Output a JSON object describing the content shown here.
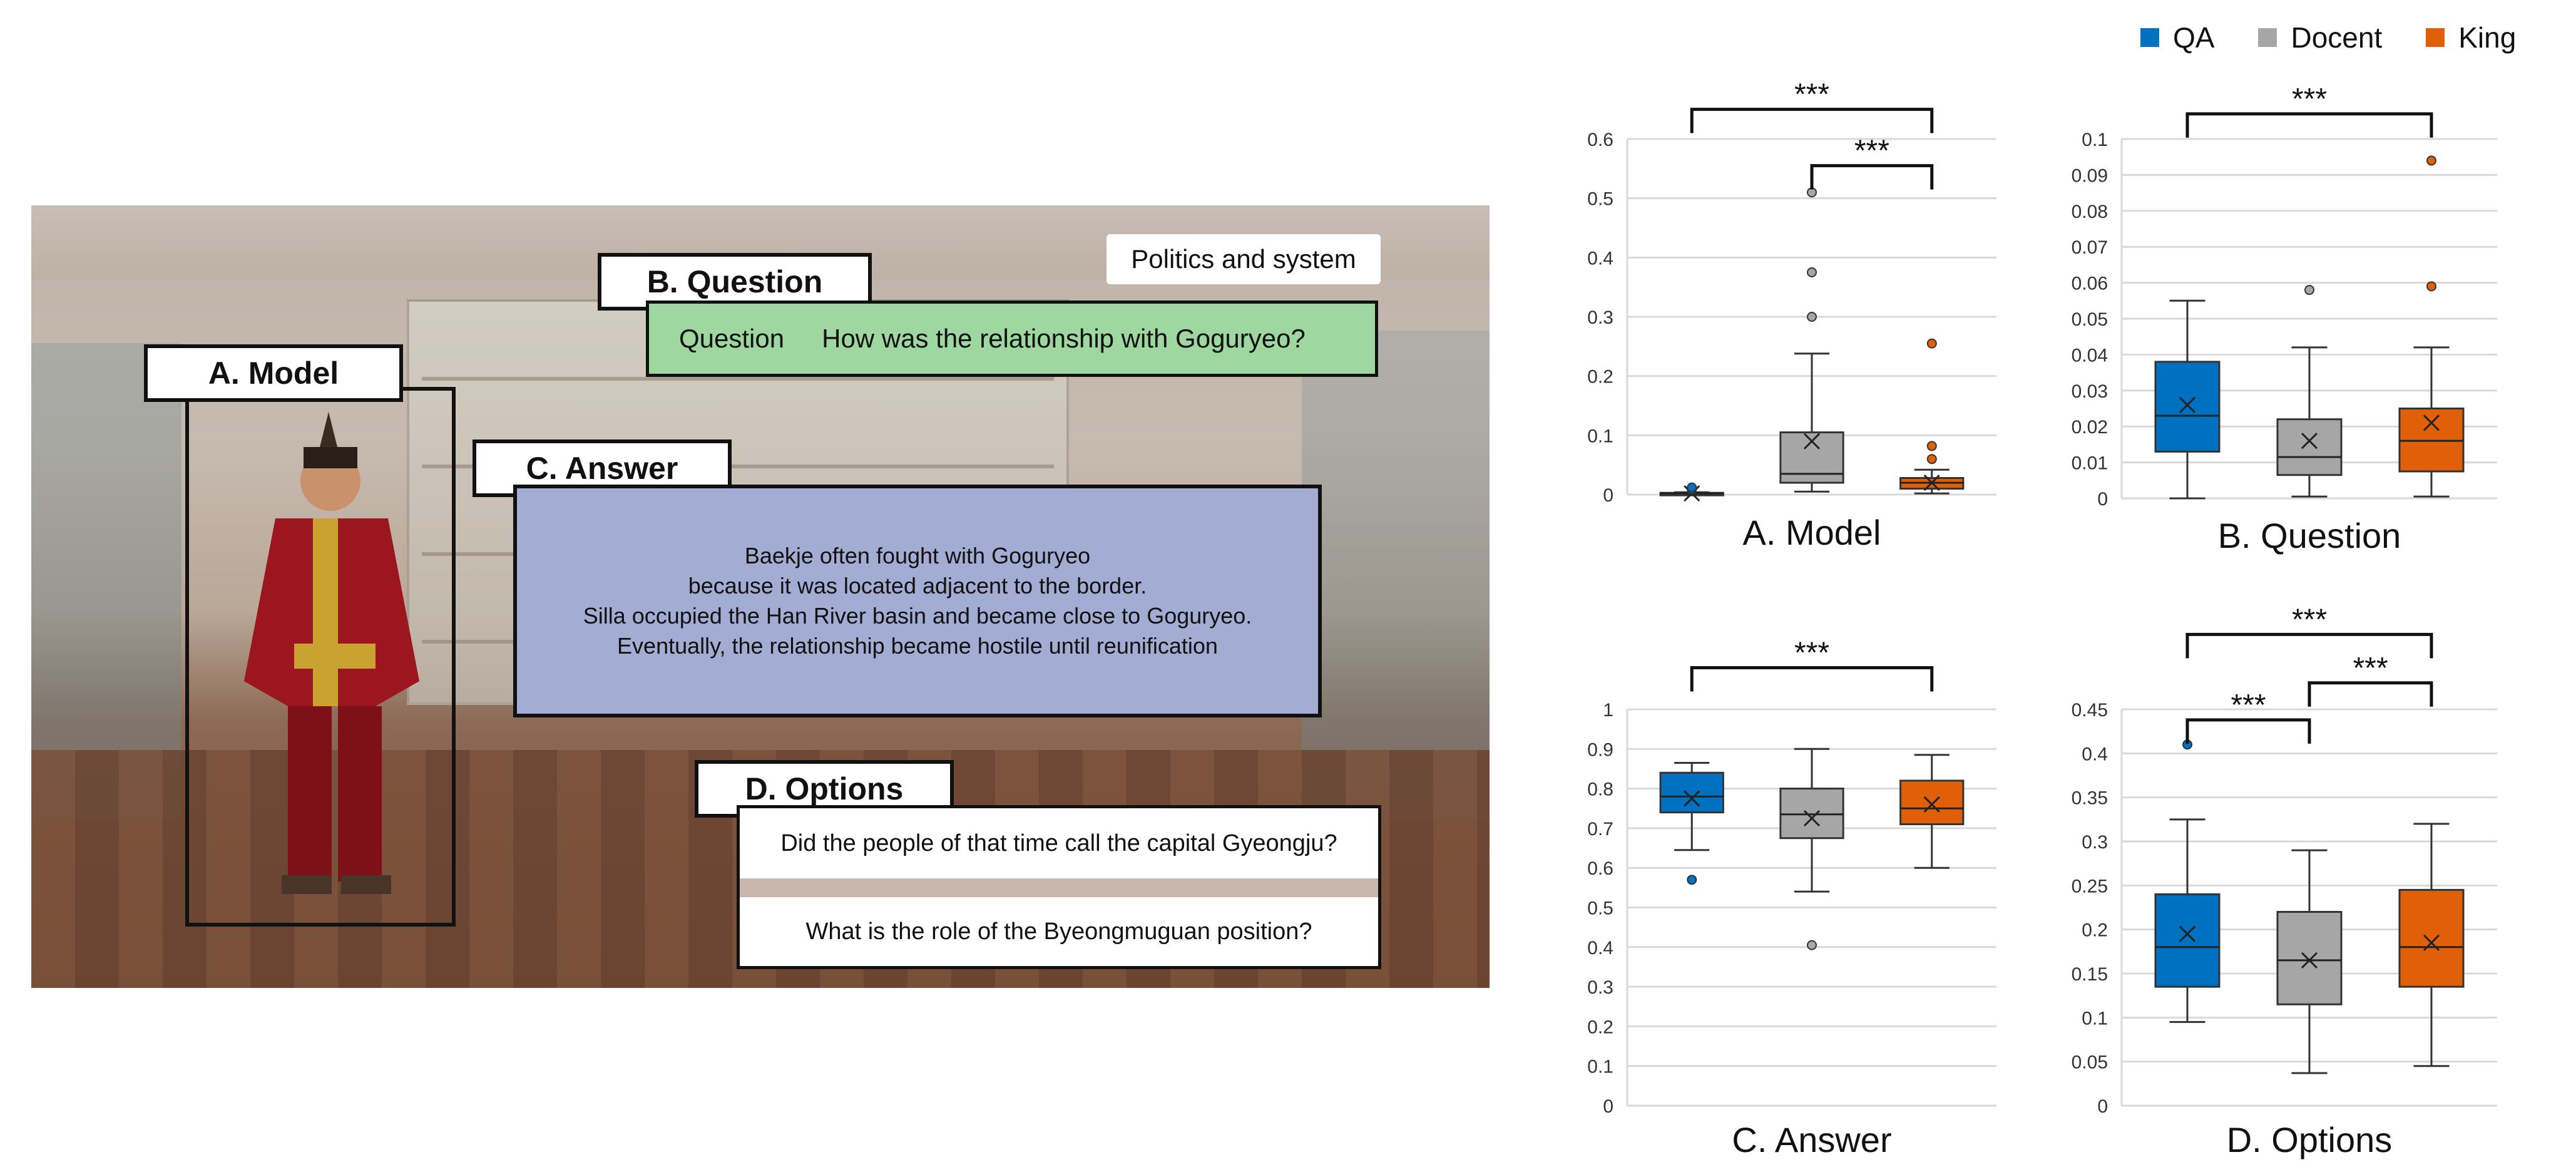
{
  "scene": {
    "labels": {
      "model": "A. Model",
      "question": "B. Question",
      "answer": "C. Answer",
      "options": "D. Options"
    },
    "topic_tag": "Politics and system",
    "question_prefix": "Question",
    "question_text": "How was the relationship with Goguryeo?",
    "answer_lines": [
      "Baekje often fought with Goguryeo",
      "because it was located adjacent to the border.",
      "Silla occupied the Han River basin and became close to Goguryeo.",
      "Eventually, the relationship became hostile until reunification"
    ],
    "options": [
      "Did the people of that time call the capital Gyeongju?",
      "What is the role of the Byeongmuguan position?"
    ]
  },
  "legend": [
    {
      "name": "QA",
      "color": "#0070c0"
    },
    {
      "name": "Docent",
      "color": "#a6a6a6"
    },
    {
      "name": "King",
      "color": "#e0600a"
    }
  ],
  "chart_data": [
    {
      "type": "box",
      "title": "A. Model",
      "categories": [
        "QA",
        "Docent",
        "King"
      ],
      "ylim": [
        0,
        0.6
      ],
      "yticks": [
        "0",
        "0.1",
        "0.2",
        "0.3",
        "0.4",
        "0.5",
        "0.6"
      ],
      "boxes": [
        {
          "min": 0,
          "q1": 0.001,
          "median": 0.002,
          "q3": 0.003,
          "max": 0.004,
          "mean": 0.002,
          "outliers": [
            0.009,
            0.012
          ]
        },
        {
          "min": 0.005,
          "q1": 0.02,
          "median": 0.035,
          "q3": 0.105,
          "max": 0.238,
          "mean": 0.09,
          "outliers": [
            0.3,
            0.375,
            0.51
          ]
        },
        {
          "min": 0.002,
          "q1": 0.01,
          "median": 0.02,
          "q3": 0.028,
          "max": 0.042,
          "mean": 0.02,
          "outliers": [
            0.06,
            0.082,
            0.255
          ]
        }
      ],
      "significance": [
        {
          "from": 0,
          "to": 2,
          "label": "***",
          "level": 0.65
        },
        {
          "from": 1,
          "to": 2,
          "label": "***",
          "level": 0.555
        }
      ]
    },
    {
      "type": "box",
      "title": "B. Question",
      "categories": [
        "QA",
        "Docent",
        "King"
      ],
      "ylim": [
        0,
        0.1
      ],
      "yticks": [
        "0",
        "0.01",
        "0.02",
        "0.03",
        "0.04",
        "0.05",
        "0.06",
        "0.07",
        "0.08",
        "0.09",
        "0.1"
      ],
      "boxes": [
        {
          "min": 0,
          "q1": 0.013,
          "median": 0.023,
          "q3": 0.038,
          "max": 0.055,
          "mean": 0.026,
          "outliers": []
        },
        {
          "min": 0.0005,
          "q1": 0.0065,
          "median": 0.0115,
          "q3": 0.022,
          "max": 0.042,
          "mean": 0.016,
          "outliers": [
            0.058
          ]
        },
        {
          "min": 0.0005,
          "q1": 0.0075,
          "median": 0.016,
          "q3": 0.025,
          "max": 0.042,
          "mean": 0.021,
          "outliers": [
            0.059,
            0.094
          ]
        }
      ],
      "significance": [
        {
          "from": 0,
          "to": 2,
          "label": "***",
          "level": 0.107
        }
      ]
    },
    {
      "type": "box",
      "title": "C. Answer",
      "categories": [
        "QA",
        "Docent",
        "King"
      ],
      "ylim": [
        0,
        1
      ],
      "yticks": [
        "0",
        "0.1",
        "0.2",
        "0.3",
        "0.4",
        "0.5",
        "0.6",
        "0.7",
        "0.8",
        "0.9",
        "1"
      ],
      "boxes": [
        {
          "min": 0.645,
          "q1": 0.74,
          "median": 0.78,
          "q3": 0.84,
          "max": 0.865,
          "mean": 0.775,
          "outliers": [
            0.57
          ]
        },
        {
          "min": 0.54,
          "q1": 0.675,
          "median": 0.735,
          "q3": 0.8,
          "max": 0.9,
          "mean": 0.725,
          "outliers": [
            0.405
          ]
        },
        {
          "min": 0.6,
          "q1": 0.71,
          "median": 0.75,
          "q3": 0.82,
          "max": 0.885,
          "mean": 0.76,
          "outliers": []
        }
      ],
      "significance": [
        {
          "from": 0,
          "to": 2,
          "label": "***",
          "level": 1.105
        }
      ]
    },
    {
      "type": "box",
      "title": "D. Options",
      "categories": [
        "QA",
        "Docent",
        "King"
      ],
      "ylim": [
        0,
        0.45
      ],
      "yticks": [
        "0",
        "0.05",
        "0.1",
        "0.15",
        "0.2",
        "0.25",
        "0.3",
        "0.35",
        "0.4",
        "0.45"
      ],
      "boxes": [
        {
          "min": 0.095,
          "q1": 0.135,
          "median": 0.18,
          "q3": 0.24,
          "max": 0.325,
          "mean": 0.195,
          "outliers": [
            0.41
          ]
        },
        {
          "min": 0.037,
          "q1": 0.115,
          "median": 0.165,
          "q3": 0.22,
          "max": 0.29,
          "mean": 0.165,
          "outliers": []
        },
        {
          "min": 0.045,
          "q1": 0.135,
          "median": 0.18,
          "q3": 0.245,
          "max": 0.32,
          "mean": 0.185,
          "outliers": []
        }
      ],
      "significance": [
        {
          "from": 0,
          "to": 2,
          "label": "***",
          "level": 0.535
        },
        {
          "from": 1,
          "to": 2,
          "label": "***",
          "level": 0.48
        },
        {
          "from": 0,
          "to": 1,
          "label": "***",
          "level": 0.438
        }
      ]
    }
  ]
}
